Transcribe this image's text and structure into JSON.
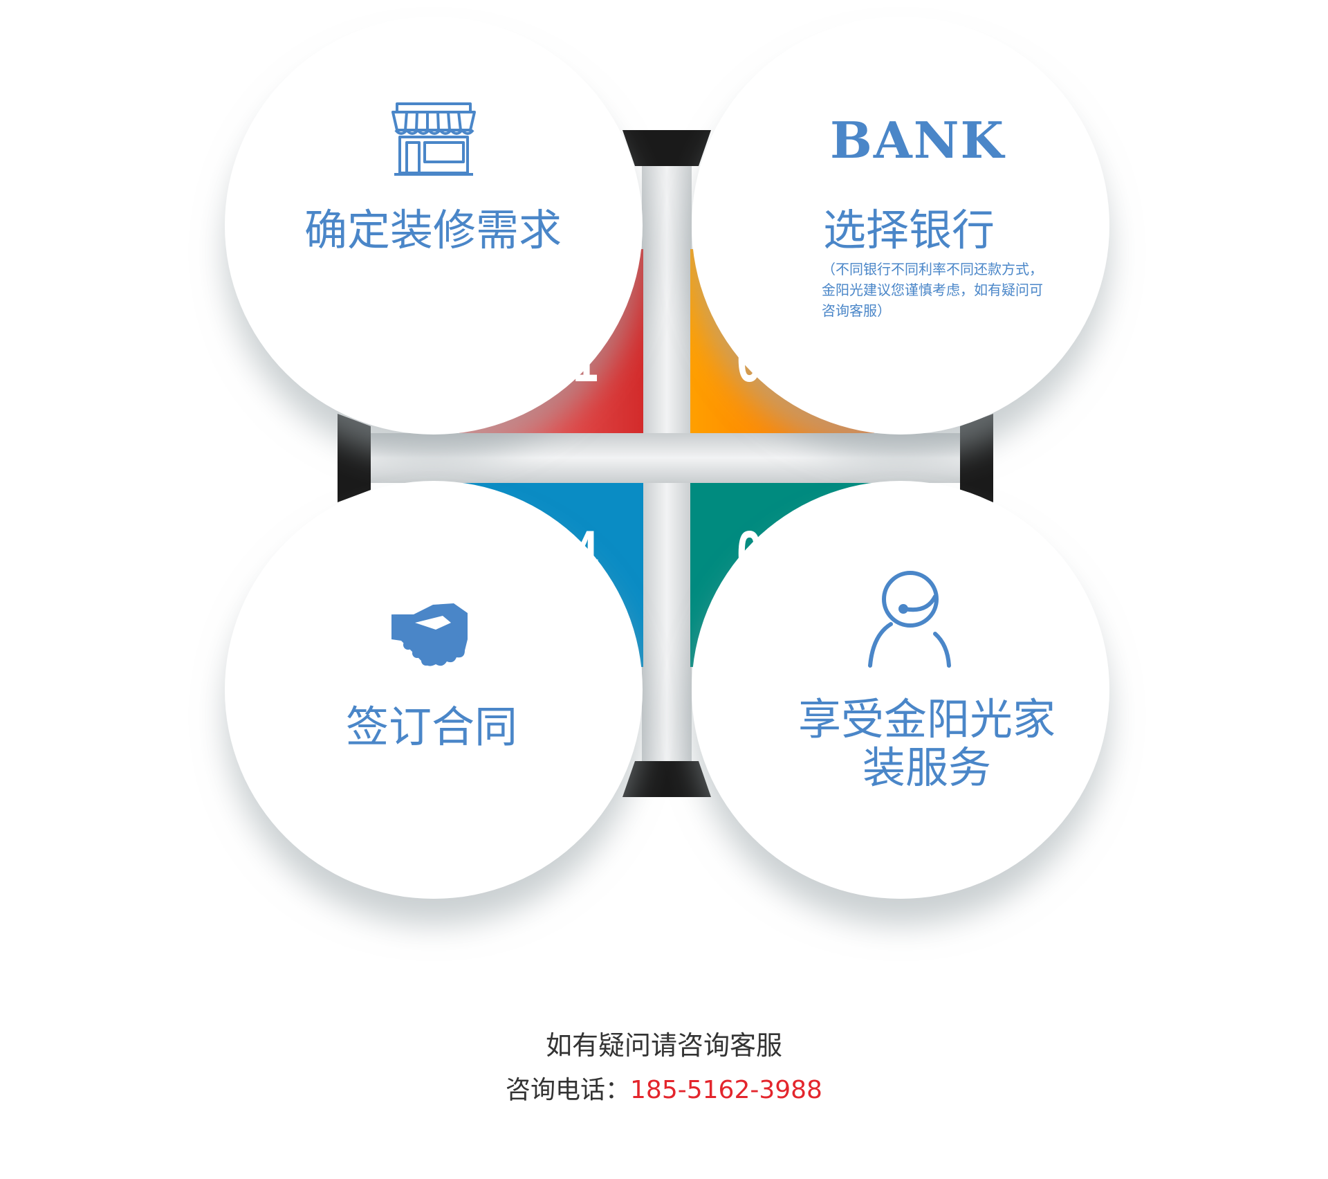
{
  "steps": [
    {
      "number": "01",
      "title": "确定装修需求",
      "icon": "storefront-icon"
    },
    {
      "number": "02",
      "title": "选择银行",
      "icon": "bank-icon",
      "icon_text": "BANK",
      "note": "（不同银行不同利率不同还款方式，金阳光建议您谨慎考虑，如有疑问可咨询客服）"
    },
    {
      "number": "03",
      "title": "享受金阳光家装服务",
      "icon": "customer-service-icon"
    },
    {
      "number": "04",
      "title": "签订合同",
      "icon": "handshake-icon"
    }
  ],
  "footer": {
    "line1": "如有疑问请咨询客服",
    "phone_label": "咨询电话：",
    "phone": "185-5162-3988"
  },
  "colors": {
    "accent_text": "#4a86c8",
    "q1_from": "#f47372",
    "q1_to": "#d32b2b",
    "q2_from": "#ff9f00",
    "q2_to": "#ff6a00",
    "q3": "#008b7f",
    "q4": "#0a8cc4",
    "phone": "#e3252c"
  }
}
